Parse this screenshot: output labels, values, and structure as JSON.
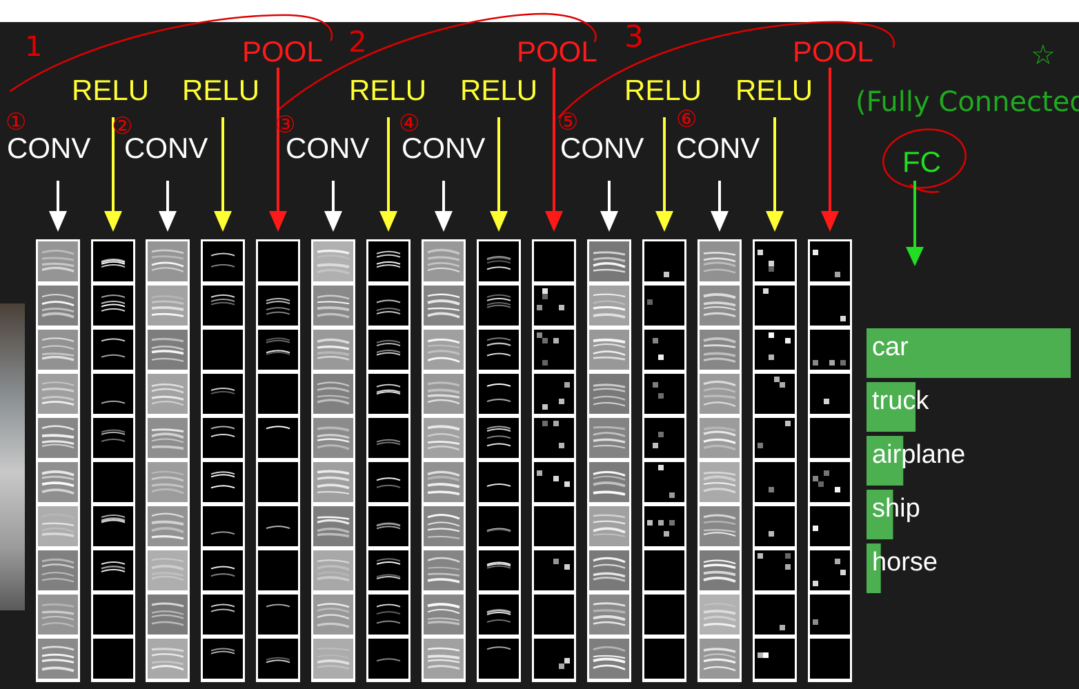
{
  "layers": {
    "conv_1": "CONV",
    "relu_1": "RELU",
    "conv_2": "CONV",
    "relu_2": "RELU",
    "pool_1": "POOL",
    "conv_3": "CONV",
    "relu_3": "RELU",
    "conv_4": "CONV",
    "relu_4": "RELU",
    "pool_2": "POOL",
    "conv_5": "CONV",
    "relu_5": "RELU",
    "conv_6": "CONV",
    "relu_6": "RELU",
    "pool_3": "POOL",
    "fc": "FC"
  },
  "colors": {
    "conv": "#ffffff",
    "relu": "#ffff33",
    "pool": "#ff1a1a",
    "fc": "#22dd22",
    "score_bar": "#4caf50",
    "background": "#1c1c1c",
    "handwriting_red": "#e00000",
    "handwriting_green": "#1faa1f"
  },
  "predictions": [
    {
      "label": "car",
      "score": 1.0
    },
    {
      "label": "truck",
      "score": 0.24
    },
    {
      "label": "airplane",
      "score": 0.18
    },
    {
      "label": "ship",
      "score": 0.13
    },
    {
      "label": "horse",
      "score": 0.07
    }
  ],
  "annotations": {
    "group_1": "1",
    "group_2": "2",
    "group_3": "3",
    "conv_index_1": "①",
    "conv_index_2": "②",
    "conv_index_3": "③",
    "conv_index_4": "④",
    "conv_index_5": "⑤",
    "conv_index_6": "⑥",
    "fc_note": "(Fully Connected)",
    "star": "☆"
  }
}
